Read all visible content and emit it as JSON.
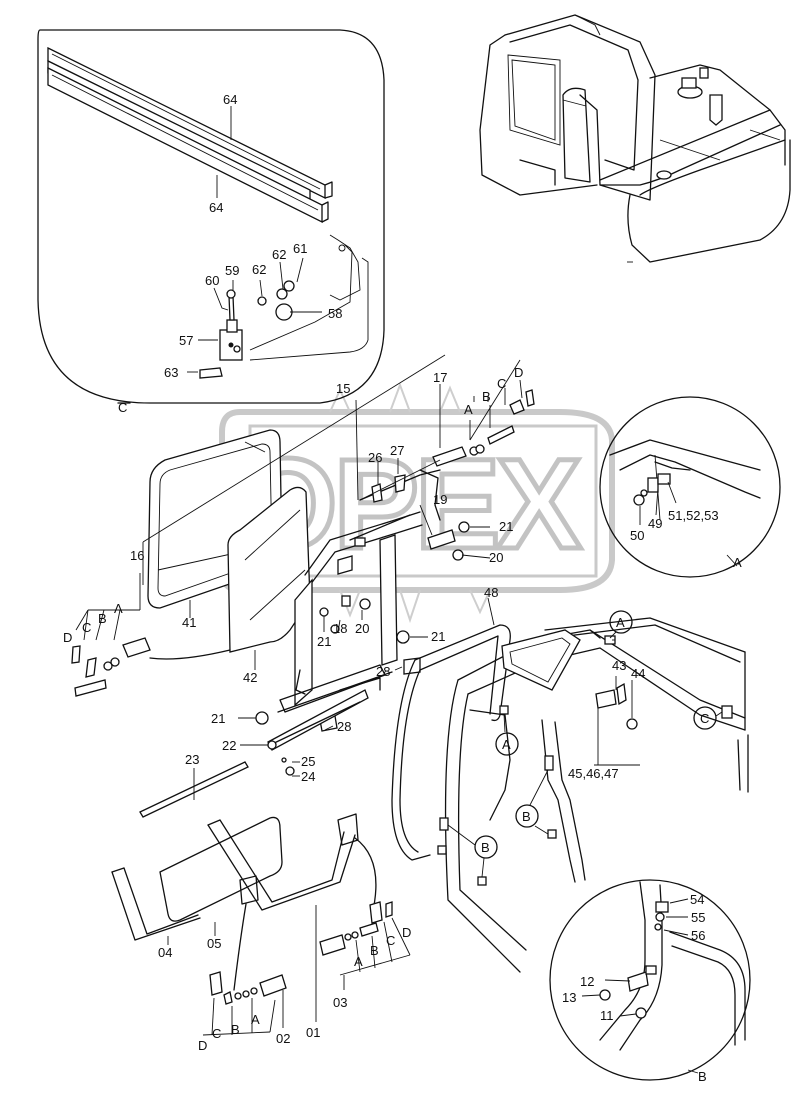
{
  "labels": {
    "p64a": "64",
    "p64b": "64",
    "p61": "61",
    "p62a": "62",
    "p62b": "62",
    "p59": "59",
    "p60": "60",
    "p58": "58",
    "p57": "57",
    "p63": "63",
    "p15": "15",
    "p17": "17",
    "p16": "16",
    "p26": "26",
    "p27": "27",
    "p19": "19",
    "p21a": "21",
    "p21b": "21",
    "p21c": "21",
    "p21d": "21",
    "p20a": "20",
    "p20b": "20",
    "p18": "18",
    "p41": "41",
    "p42": "42",
    "p48": "48",
    "p28a": "28",
    "p28b": "28",
    "p22": "22",
    "p25": "25",
    "p24": "24",
    "p23": "23",
    "p04": "04",
    "p05": "05",
    "p01": "01",
    "p02": "02",
    "p03": "03",
    "p43": "43",
    "p44": "44",
    "p45": "45,46,47",
    "p49": "49",
    "p50": "50",
    "p51": "51,52,53",
    "p54": "54",
    "p55": "55",
    "p56": "56",
    "p12": "12",
    "p13": "13",
    "p11": "11",
    "letA1": "A",
    "letB1": "B",
    "letC1": "C",
    "letD1": "D",
    "letA2": "A",
    "letB2": "B",
    "letC2": "C",
    "letD2": "D",
    "letA3": "A",
    "letB3": "B",
    "letC3": "C",
    "letD3": "D",
    "letA4": "A",
    "letB4": "B",
    "letC4": "C",
    "letD4": "D",
    "circA1": "A",
    "circA2": "A",
    "circB1": "B",
    "circB2": "B",
    "circC": "C",
    "detailC": "C",
    "detailA": "A",
    "detailB": "B"
  },
  "watermark": "OPEX"
}
